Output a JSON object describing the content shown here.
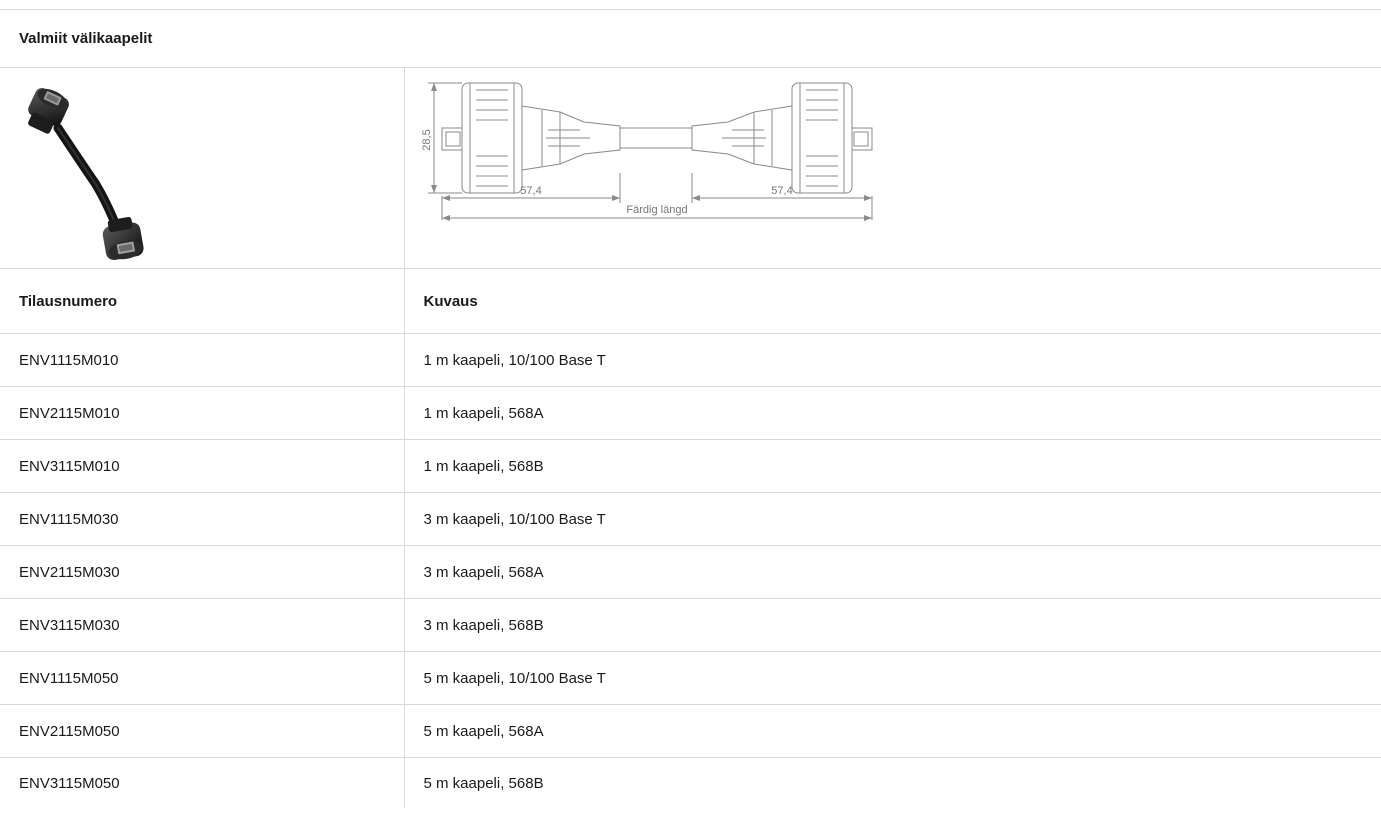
{
  "section_title": "Valmiit välikaapelit",
  "drawing": {
    "dim_height": "28,5",
    "dim_left": "57,4",
    "dim_right": "57,4",
    "dim_total": "Färdig längd"
  },
  "table": {
    "headers": {
      "order_number": "Tilausnumero",
      "description": "Kuvaus"
    },
    "rows": [
      {
        "order_number": "ENV1115M010",
        "description": "1 m kaapeli, 10/100 Base T"
      },
      {
        "order_number": "ENV2115M010",
        "description": "1 m kaapeli, 568A"
      },
      {
        "order_number": "ENV3115M010",
        "description": "1 m kaapeli, 568B"
      },
      {
        "order_number": "ENV1115M030",
        "description": "3 m kaapeli, 10/100 Base T"
      },
      {
        "order_number": "ENV2115M030",
        "description": "3 m kaapeli, 568A"
      },
      {
        "order_number": "ENV3115M030",
        "description": "3 m kaapeli, 568B"
      },
      {
        "order_number": "ENV1115M050",
        "description": "5 m kaapeli, 10/100 Base T"
      },
      {
        "order_number": "ENV2115M050",
        "description": "5 m kaapeli, 568A"
      },
      {
        "order_number": "ENV3115M050",
        "description": "5 m kaapeli, 568B"
      }
    ]
  }
}
